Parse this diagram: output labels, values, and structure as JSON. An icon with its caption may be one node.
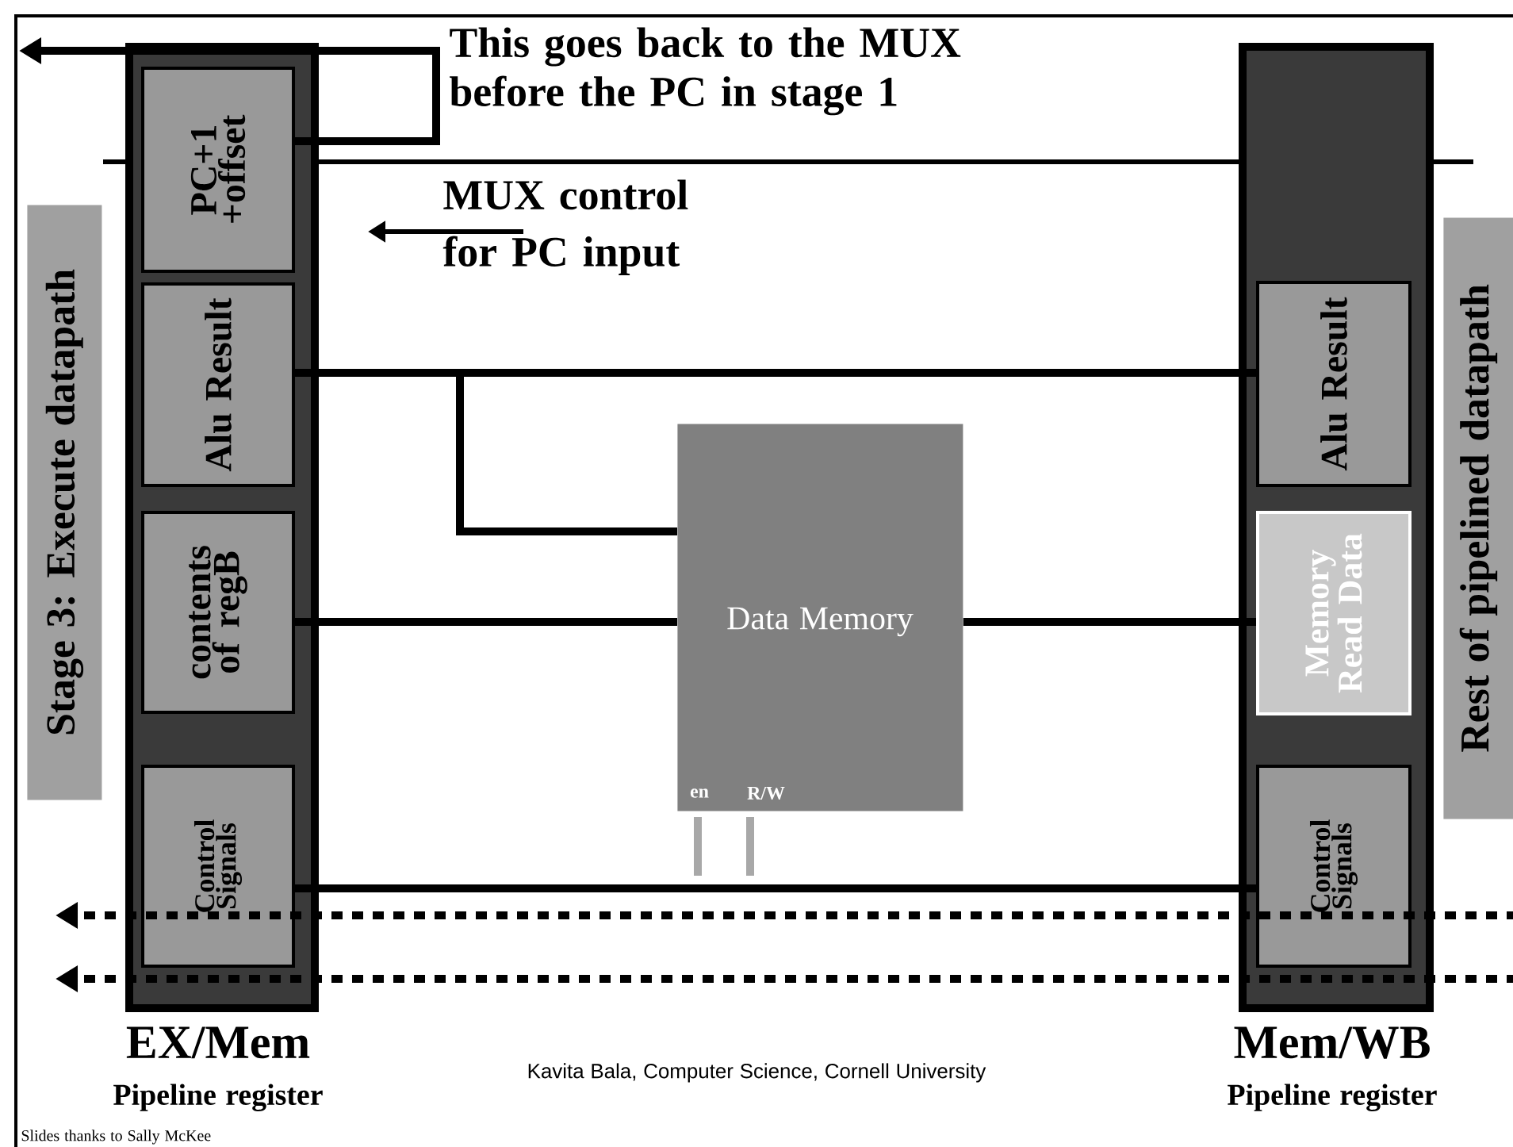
{
  "diagram": {
    "nodes": [
      {
        "text": [
          "EX/Mem",
          "Pipeline register"
        ]
      },
      {
        "text": [
          "PC+1 +offset"
        ],
        "in": 0
      },
      {
        "text": [
          "Alu Result"
        ],
        "in": 0
      },
      {
        "text": [
          "contents of regB"
        ],
        "in": 0
      },
      {
        "text": [
          "Control Signals"
        ],
        "in": 0
      },
      {
        "text": [
          "Mem/WB",
          "Pipeline register"
        ]
      },
      {
        "text": [
          "Alu Result"
        ],
        "in": 5
      },
      {
        "text": [
          "Memory Read Data"
        ],
        "in": 5
      },
      {
        "text": [
          "Control Signals"
        ],
        "in": 5
      },
      {
        "text": [
          "Data Memory",
          "en",
          "R/W"
        ]
      },
      {
        "text": [
          "Stage 3: Execute datapath"
        ]
      },
      {
        "text": [
          "Rest of pipelined datapath"
        ]
      }
    ],
    "edges": [
      {
        "from": 1,
        "to": null,
        "arrow": "to"
      },
      {
        "from": 0,
        "to": 5,
        "arrow": "none"
      },
      {
        "from": 2,
        "to": 6,
        "arrow": "none"
      },
      {
        "from": 2,
        "to": 9,
        "arrow": "none"
      },
      {
        "from": 3,
        "to": 9,
        "arrow": "none"
      },
      {
        "from": 9,
        "to": 7,
        "arrow": "none"
      },
      {
        "from": 4,
        "to": 8,
        "arrow": "none"
      },
      {
        "from": 5,
        "to": null,
        "arrow": "to",
        "style": "dashed"
      },
      {
        "from": 5,
        "to": null,
        "arrow": "to",
        "style": "dashed"
      }
    ],
    "labels": [
      "This goes back to the MUX before the PC in stage 1",
      "MUX control for PC input",
      "Kavita Bala, Computer Science, Cornell University",
      "Slides thanks to Sally McKee"
    ]
  }
}
